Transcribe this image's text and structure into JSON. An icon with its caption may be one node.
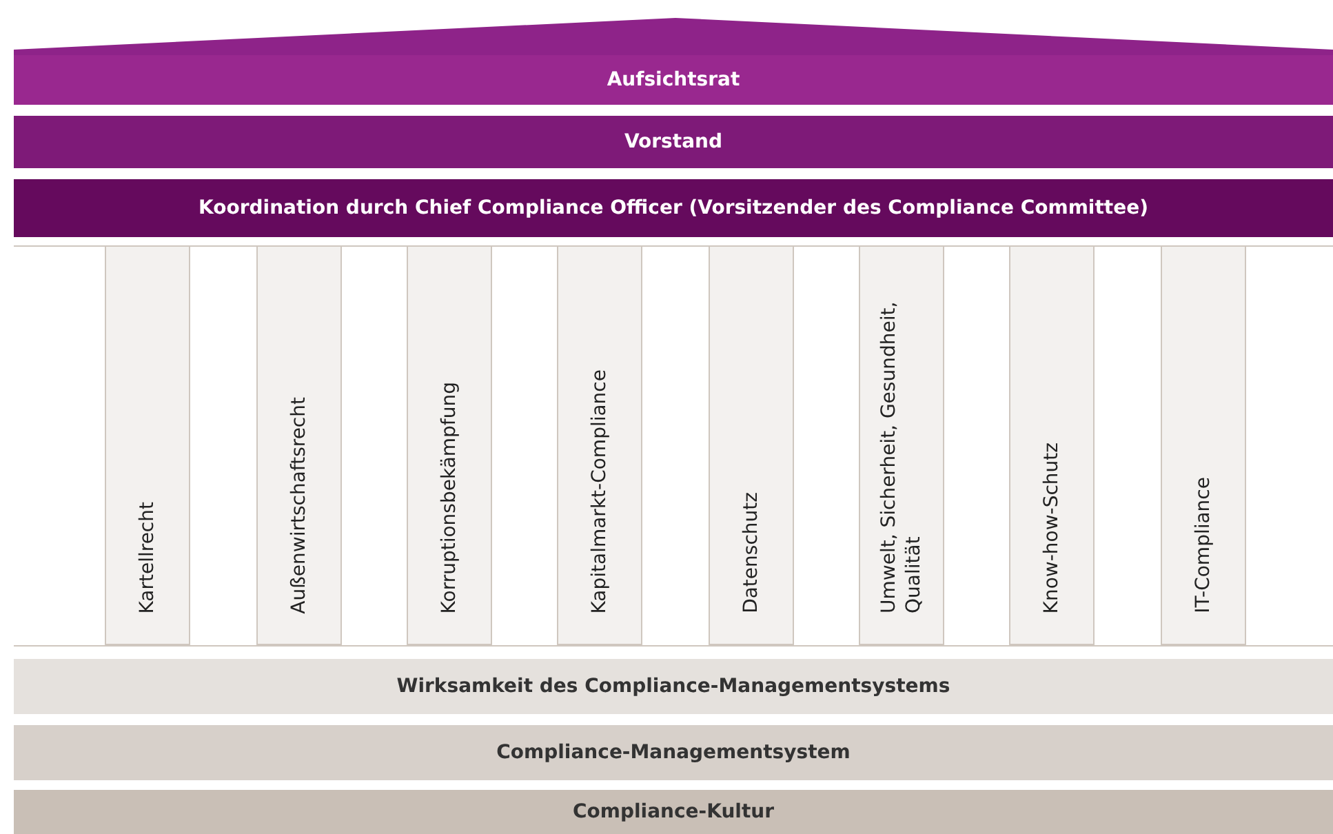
{
  "diagram": {
    "nodes": [
      {
        "text": [
          "Aufsichtsrat"
        ]
      },
      {
        "text": [
          "Vorstand"
        ]
      },
      {
        "text": [
          "Koordination durch Chief Compliance Officer (Vorsitzender des Compliance Committee)"
        ]
      },
      {
        "text": [
          "Kartellrecht"
        ]
      },
      {
        "text": [
          "Außenwirtschaftsrecht"
        ]
      },
      {
        "text": [
          "Korruptionsbekämpfung"
        ]
      },
      {
        "text": [
          "Kapitalmarkt-Compliance"
        ]
      },
      {
        "text": [
          "Datenschutz"
        ]
      },
      {
        "text": [
          "Umwelt, Sicherheit, Gesundheit, Qualität"
        ]
      },
      {
        "text": [
          "Know-how-Schutz"
        ]
      },
      {
        "text": [
          "IT-Compliance"
        ]
      },
      {
        "text": [
          "Wirksamkeit des Compliance-Managementsystems"
        ]
      },
      {
        "text": [
          "Compliance-Managementsystem"
        ]
      },
      {
        "text": [
          "Compliance-Kultur"
        ]
      }
    ]
  }
}
